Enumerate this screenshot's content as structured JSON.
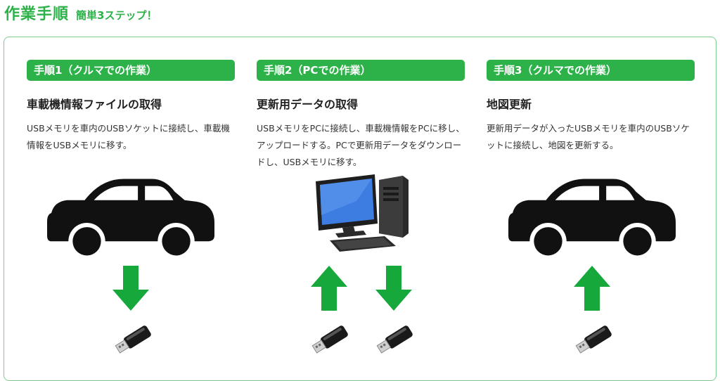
{
  "header": {
    "title": "作業手順",
    "subtitle": "簡単3ステップ！"
  },
  "steps": [
    {
      "label": "手順1（クルマでの作業）",
      "title": "車載機情報ファイルの取得",
      "desc": "USBメモリを車内のUSBソケットに接続し、車載機情報をUSBメモリに移す。"
    },
    {
      "label": "手順2（PCでの作業）",
      "title": "更新用データの取得",
      "desc": "USBメモリをPCに接続し、車載機情報をPCに移し、アップロードする。PCで更新用データをダウンロードし、USBメモリに移す。"
    },
    {
      "label": "手順3（クルマでの作業）",
      "title": "地図更新",
      "desc": "更新用データが入ったUSBメモリを車内のUSBソケットに接続し、地図を更新する。"
    }
  ],
  "colors": {
    "accent": "#2db24a",
    "arrow": "#16a83a",
    "border": "#7dcc8e"
  },
  "icons": [
    "car-icon",
    "arrow-down-icon",
    "usb-memory-icon",
    "desktop-pc-icon",
    "arrow-up-icon"
  ]
}
